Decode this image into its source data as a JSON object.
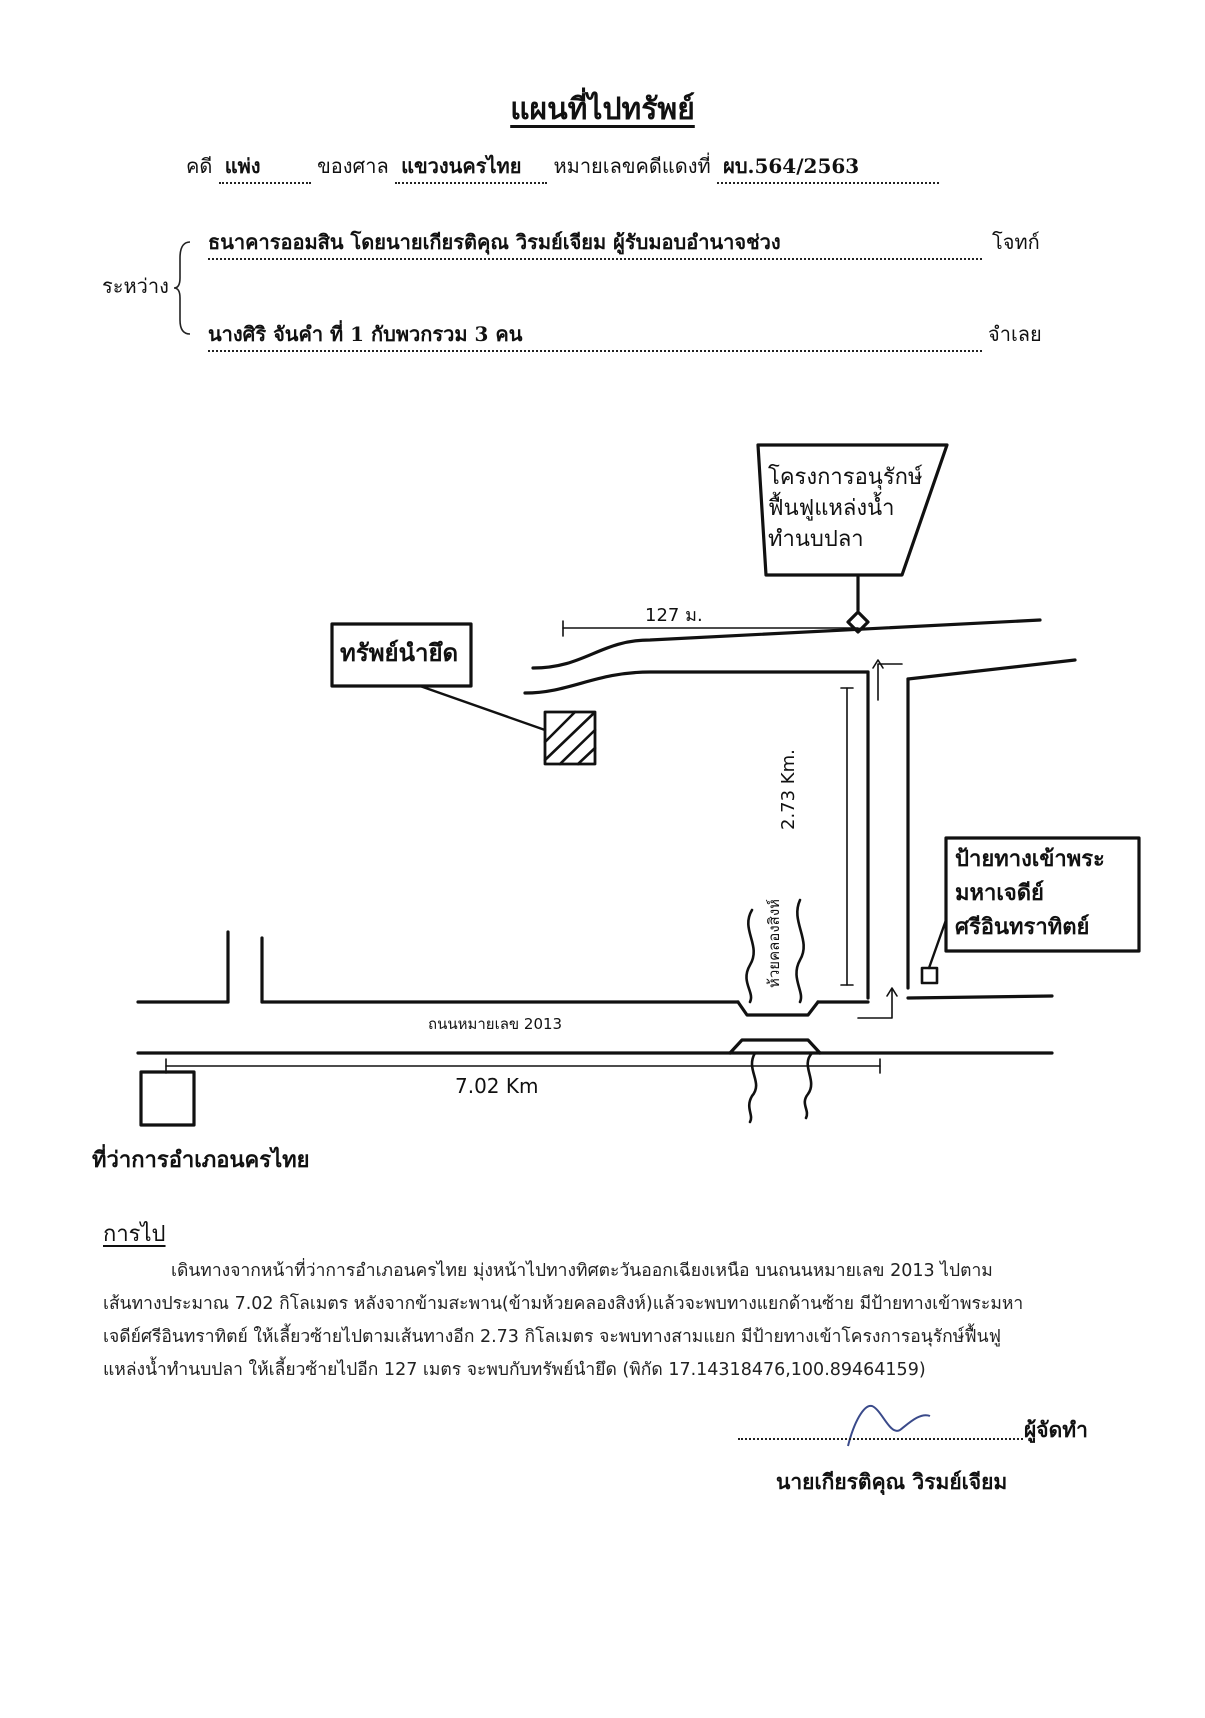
{
  "header": {
    "title": "แผนที่ไปทรัพย์",
    "case_label": "คดี",
    "case_type": "แพ่ง",
    "court_label": "ของศาล",
    "court_name": "แขวงนครไทย",
    "red_case_label": "หมายเลขคดีแดงที่",
    "red_case_no": "ผบ.564/2563"
  },
  "parties": {
    "between_label": "ระหว่าง",
    "plaintiff": "ธนาคารออมสิน โดยนายเกียรติคุณ วิรมย์เจียม ผู้รับมอบอำนาจช่วง",
    "plaintiff_role": "โจทก์",
    "defendant": "นางศิริ จันคำ ที่ 1 กับพวกรวม 3 คน",
    "defendant_role": "จำเลย"
  },
  "map": {
    "project_sign": [
      "โครงการอนุรักษ์",
      "ฟื้นฟูแหล่งน้ำ",
      "ทำนบปลา"
    ],
    "distance_127": "127 ม.",
    "property_label": "ทรัพย์นำยึด",
    "distance_273": "2.73 Km.",
    "pagoda_sign": [
      "ป้ายทางเข้าพระ",
      "มหาเจดีย์",
      "ศรีอินทราทิตย์"
    ],
    "creek_label": "ห้วยคลองสิงห์",
    "road_label": "ถนนหมายเลข 2013",
    "distance_702": "7.02 Km",
    "district_office": "ที่ว่าการอำเภอนครไทย"
  },
  "directions": {
    "heading": "การไป",
    "lines": [
      "เดินทางจากหน้าที่ว่าการอำเภอนครไทย มุ่งหน้าไปทางทิศตะวันออกเฉียงเหนือ บนถนนหมายเลข 2013 ไปตาม",
      "เส้นทางประมาณ 7.02 กิโลเมตร หลังจากข้ามสะพาน(ข้ามห้วยคลองสิงห์)แล้วจะพบทางแยกด้านซ้าย มีป้ายทางเข้าพระมหา",
      "เจดีย์ศรีอินทราทิตย์ ให้เลี้ยวซ้ายไปตามเส้นทางอีก 2.73 กิโลเมตร จะพบทางสามแยก มีป้ายทางเข้าโครงการอนุรักษ์ฟื้นฟู",
      "แหล่งน้ำทำนบปลา ให้เลี้ยวซ้ายไปอีก 127 เมตร จะพบกับทรัพย์นำยึด (พิกัด 17.14318476,100.89464159)"
    ]
  },
  "signature": {
    "role": "ผู้จัดทำ",
    "name": "นายเกียรติคุณ วิรมย์เจียม"
  },
  "colors": {
    "ink": "#111111",
    "signature_ink": "#3a4a8a"
  }
}
